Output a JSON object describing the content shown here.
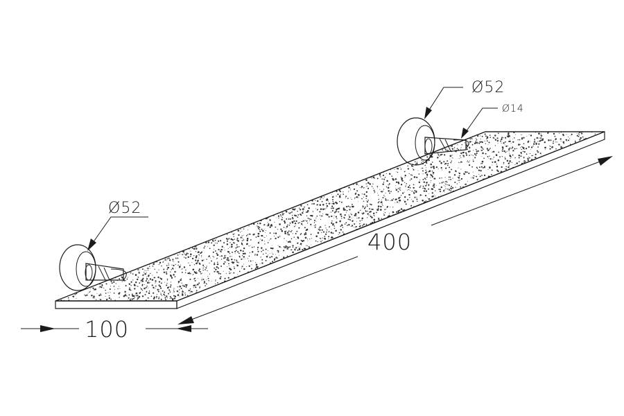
{
  "dimensions": {
    "length": "400",
    "depth": "100",
    "flange_left": "Ø52",
    "flange_right": "Ø52",
    "pin_right": "Ø14"
  },
  "colors": {
    "stroke": "#1a1a1a",
    "background": "#ffffff",
    "speckle": "#333333"
  },
  "icons": {
    "arrow": "filled-triangle-arrowhead"
  }
}
